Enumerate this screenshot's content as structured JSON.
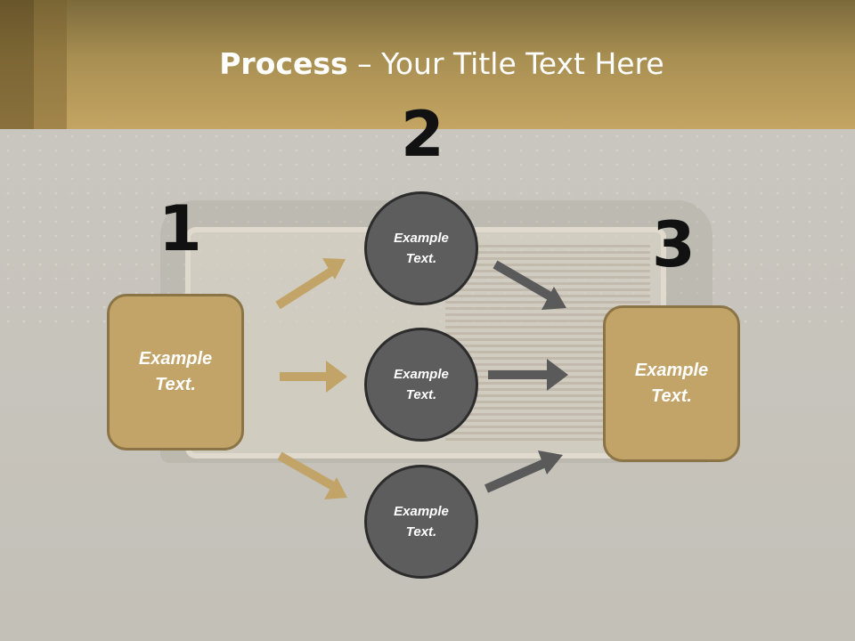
{
  "title": {
    "bold": "Process",
    "rest": " – Your Title Text Here"
  },
  "numbers": {
    "one": "1",
    "two": "2",
    "three": "3"
  },
  "left_box": {
    "text": "Example Text."
  },
  "right_box": {
    "text": "Example Text."
  },
  "circles": [
    {
      "text": "Example Text."
    },
    {
      "text": "Example Text."
    },
    {
      "text": "Example Text."
    }
  ],
  "colors": {
    "gold": "#c3a468",
    "gold_border": "#8b7547",
    "circle": "#5d5d5d",
    "arrow_gold": "#c3a468",
    "arrow_gray": "#5a5a5a"
  }
}
